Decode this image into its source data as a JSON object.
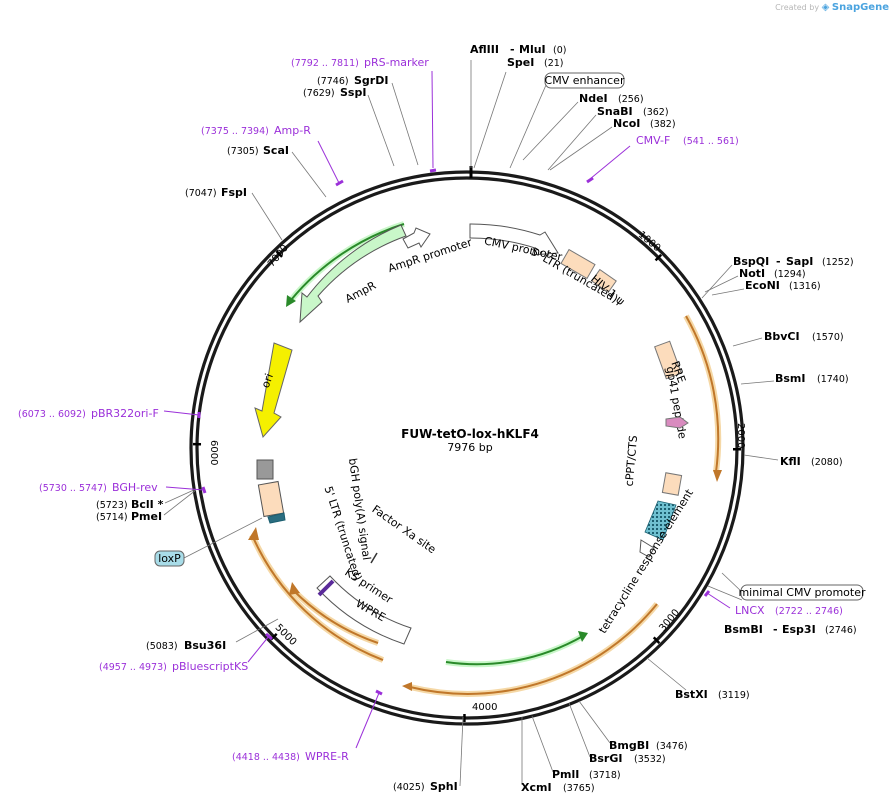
{
  "credit": {
    "prefix": "Created by",
    "brand": "SnapGene"
  },
  "plasmid": {
    "name": "FUW-tetO-lox-hKLF4",
    "length_label": "7976 bp",
    "length": 7976
  },
  "ticks": [
    "1000",
    "2000",
    "3000",
    "4000",
    "5000",
    "6000",
    "7000"
  ],
  "sites": [
    {
      "name": "AflIII",
      "name2": "MluI",
      "pos": "(0)",
      "loc": 0
    },
    {
      "name": "SpeI",
      "pos": "(21)",
      "loc": 21
    },
    {
      "name": "NdeI",
      "pos": "(256)",
      "loc": 256
    },
    {
      "name": "SnaBI",
      "pos": "(362)",
      "loc": 362
    },
    {
      "name": "NcoI",
      "pos": "(382)",
      "loc": 382
    },
    {
      "name": "BspQI",
      "name2": "SapI",
      "pos": "(1252)",
      "loc": 1252
    },
    {
      "name": "NotI",
      "pos": "(1294)",
      "loc": 1294
    },
    {
      "name": "EcoNI",
      "pos": "(1316)",
      "loc": 1316
    },
    {
      "name": "BbvCI",
      "pos": "(1570)",
      "loc": 1570
    },
    {
      "name": "BsmI",
      "pos": "(1740)",
      "loc": 1740
    },
    {
      "name": "KflI",
      "pos": "(2080)",
      "loc": 2080
    },
    {
      "name": "BsmBI",
      "name2": "Esp3I",
      "pos": "(2746)",
      "loc": 2746
    },
    {
      "name": "BstXI",
      "pos": "(3119)",
      "loc": 3119
    },
    {
      "name": "BmgBI",
      "pos": "(3476)",
      "loc": 3476
    },
    {
      "name": "BsrGI",
      "pos": "(3532)",
      "loc": 3532
    },
    {
      "name": "PmlI",
      "pos": "(3718)",
      "loc": 3718
    },
    {
      "name": "XcmI",
      "pos": "(3765)",
      "loc": 3765
    },
    {
      "name": "SphI",
      "pos": "(4025)",
      "loc": 4025
    },
    {
      "name": "Bsu36I",
      "pos": "(5083)",
      "loc": 5083
    },
    {
      "name": "BclI *",
      "pos": "(5723)",
      "loc": 5723
    },
    {
      "name": "PmeI",
      "pos": "(5714)",
      "loc": 5714
    },
    {
      "name": "FspI",
      "pos": "(7047)",
      "loc": 7047
    },
    {
      "name": "ScaI",
      "pos": "(7305)",
      "loc": 7305
    },
    {
      "name": "SspI",
      "pos": "(7629)",
      "loc": 7629
    },
    {
      "name": "SgrDI",
      "pos": "(7746)",
      "loc": 7746
    }
  ],
  "primers": [
    {
      "name": "CMV-F",
      "range": "(541 .. 561)"
    },
    {
      "name": "LNCX",
      "range": "(2722 .. 2746)"
    },
    {
      "name": "WPRE-R",
      "range": "(4418 .. 4438)"
    },
    {
      "name": "pBluescriptKS",
      "range": "(4957 .. 4973)"
    },
    {
      "name": "BGH-rev",
      "range": "(5730 .. 5747)"
    },
    {
      "name": "pBR322ori-F",
      "range": "(6073 .. 6092)"
    },
    {
      "name": "Amp-R",
      "range": "(7375 .. 7394)"
    },
    {
      "name": "pRS-marker",
      "range": "(7792 .. 7811)"
    }
  ],
  "boxed_labels": {
    "cmv_enhancer": "CMV enhancer",
    "minimal_cmv": "minimal CMV promoter",
    "loxp": "loxP"
  },
  "features": {
    "cmv_promoter": "CMV promoter",
    "ltr5_top": "5' LTR (truncated)",
    "hiv_psi": "HIV-1 ψ",
    "rre": "RRE",
    "gp41": "gp41 peptide",
    "cppt": "cPPT/CTS",
    "tre": "tetracycline response element",
    "ori": "ori",
    "ampr": "AmpR",
    "ampr_promoter": "AmpR promoter",
    "bgh": "bGH poly(A) signal",
    "ltr5_bottom": "5' LTR (truncated)",
    "factor_xa": "Factor Xa site",
    "ks_primer": "KS primer",
    "wpre": "WPRE"
  },
  "colors": {
    "backbone": "#1a1a1a",
    "primer": "#9b30d9",
    "orange_arc": "#e8a13a",
    "green_arc": "#2a8a2a",
    "ori": "#f5f000",
    "ampr": "#c9f7c9",
    "peach": "#fcdcbc",
    "gp41": "#d98bbf",
    "tre": "#6fc0d0",
    "loxp": "#a8dce8",
    "bgh": "#999999",
    "brand": "#4aa3df"
  }
}
